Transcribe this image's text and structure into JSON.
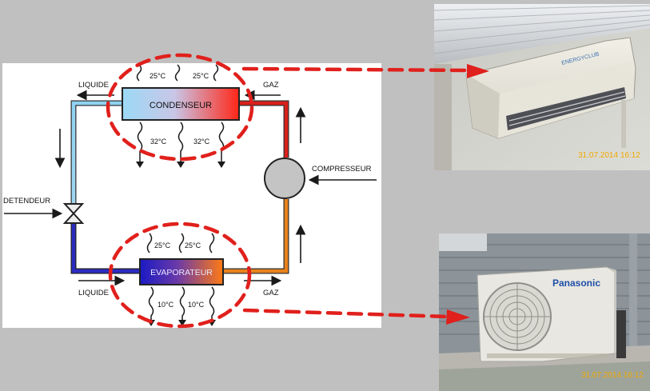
{
  "diagram": {
    "condenser_label": "CONDENSEUR",
    "evaporator_label": "EVAPORATEUR",
    "compressor_label": "COMPRESSEUR",
    "expansion_label": "DETENDEUR",
    "liquid_label_top": "LIQUIDE",
    "gas_label_top": "GAZ",
    "liquid_label_bottom": "LIQUIDE",
    "gas_label_bottom": "GAZ",
    "condenser_in_temp_left": "25°C",
    "condenser_in_temp_right": "25°C",
    "condenser_out_temp_left": "32°C",
    "condenser_out_temp_right": "32°C",
    "evaporator_in_temp_left": "25°C",
    "evaporator_in_temp_right": "25°C",
    "evaporator_out_temp_left": "10°C",
    "evaporator_out_temp_right": "10°C"
  },
  "photos": {
    "indoor_brand": "ENERGYCLUB",
    "indoor_timestamp": "31.07.2014  16:12",
    "outdoor_brand": "Panasonic",
    "outdoor_timestamp": "31.07.2014  16:12"
  },
  "colors": {
    "annotation_red": "#e0201c",
    "condenser_gradient": [
      "#8fd6f5",
      "#ff2a1a"
    ],
    "evaporator_gradient": [
      "#1c1cc8",
      "#ff7a10"
    ],
    "pipe_hot": "#d9201a",
    "pipe_cold_liquid": "#7cc8ee",
    "pipe_blue": "#2a2ab8",
    "pipe_orange": "#e8781a"
  }
}
